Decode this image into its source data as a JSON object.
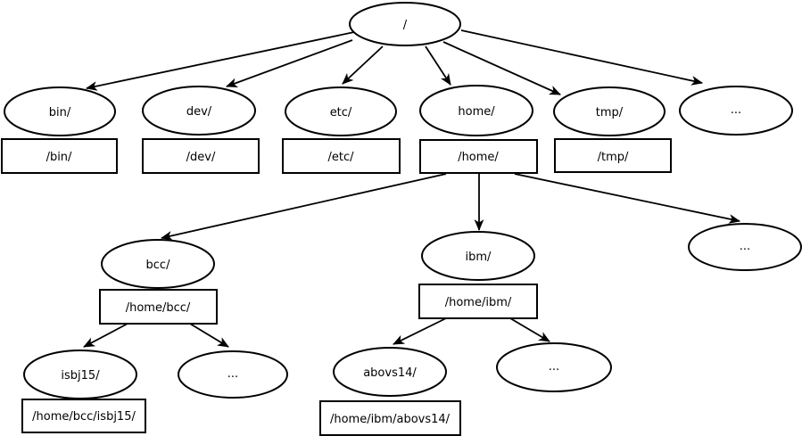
{
  "diagram": {
    "type": "filesystem-tree",
    "colors": {
      "background": "#ffffff",
      "node_fill": "#ffffff",
      "stroke": "#000000",
      "text": "#000000"
    },
    "nodes": {
      "root": {
        "label": "/"
      },
      "bin": {
        "label": "bin/",
        "path_label": "/bin/"
      },
      "dev": {
        "label": "dev/",
        "path_label": "/dev/"
      },
      "etc": {
        "label": "etc/",
        "path_label": "/etc/"
      },
      "home": {
        "label": "home/",
        "path_label": "/home/"
      },
      "tmp": {
        "label": "tmp/",
        "path_label": "/tmp/"
      },
      "root_more": {
        "label": "..."
      },
      "bcc": {
        "label": "bcc/",
        "path_label": "/home/bcc/"
      },
      "ibm": {
        "label": "ibm/",
        "path_label": "/home/ibm/"
      },
      "home_more": {
        "label": "..."
      },
      "isbj15": {
        "label": "isbj15/",
        "path_label": "/home/bcc/isbj15/"
      },
      "bcc_more": {
        "label": "..."
      },
      "abovs14": {
        "label": "abovs14/",
        "path_label": "/home/ibm/abovs14/"
      },
      "ibm_more": {
        "label": "..."
      }
    },
    "edges": [
      {
        "from": "root",
        "to": "bin"
      },
      {
        "from": "root",
        "to": "dev"
      },
      {
        "from": "root",
        "to": "etc"
      },
      {
        "from": "root",
        "to": "home"
      },
      {
        "from": "root",
        "to": "tmp"
      },
      {
        "from": "root",
        "to": "root_more"
      },
      {
        "from": "home_box",
        "to": "bcc"
      },
      {
        "from": "home_box",
        "to": "ibm"
      },
      {
        "from": "home_box",
        "to": "home_more"
      },
      {
        "from": "bcc_box",
        "to": "isbj15"
      },
      {
        "from": "bcc_box",
        "to": "bcc_more"
      },
      {
        "from": "ibm_box",
        "to": "abovs14"
      },
      {
        "from": "ibm_box",
        "to": "ibm_more"
      }
    ]
  }
}
